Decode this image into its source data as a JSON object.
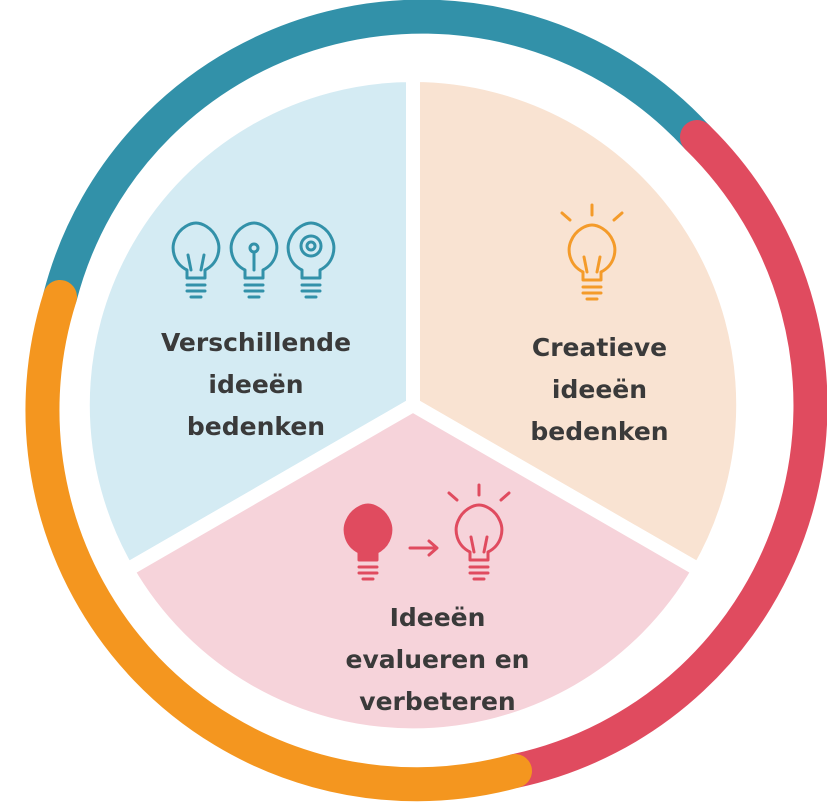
{
  "segments": [
    {
      "id": "divergent",
      "lines": [
        "Verschillende",
        "ideeën",
        "bedenken"
      ],
      "icon": "three-lightbulbs-icon",
      "fill_color": "#d4ebf3",
      "ring_color": "#3291a9",
      "icon_color": "#3291a9"
    },
    {
      "id": "creative",
      "lines": [
        "Creatieve",
        "ideeën",
        "bedenken"
      ],
      "icon": "shining-lightbulb-icon",
      "fill_color": "#f9e3d2",
      "ring_color": "#e04b5f",
      "icon_color": "#f49b2a"
    },
    {
      "id": "evaluate",
      "lines": [
        "Ideeën",
        "evalueren en",
        "verbeteren"
      ],
      "icon": "lightbulb-improve-icon",
      "fill_color": "#f6d3da",
      "ring_color": "#f4961f",
      "icon_color": "#e04b5f"
    }
  ],
  "text_color": "#3a3a3a"
}
